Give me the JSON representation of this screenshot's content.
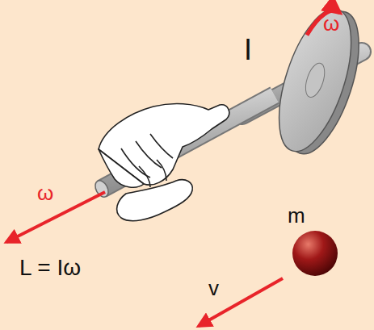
{
  "diagram": {
    "labels": [
      "ω",
      "I",
      "ω",
      "L = Iω",
      "m",
      "v"
    ]
  }
}
